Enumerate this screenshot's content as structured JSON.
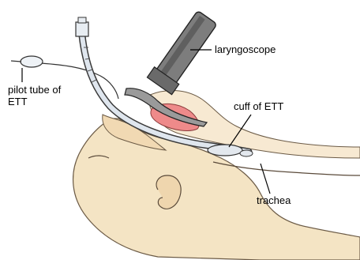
{
  "labels": {
    "laryngoscope": "laryngoscope",
    "pilot_tube": "pilot tube of\nETT",
    "cuff": "cuff of ETT",
    "trachea": "trachea"
  },
  "colors": {
    "skin": "#f4e4c4",
    "skin_shadow": "#e8c9a0",
    "tongue": "#ee8a8a",
    "laryngoscope_dark": "#6f6f6f",
    "laryngoscope_mid": "#8e8e8e",
    "tube": "#d9e1ea",
    "outline": "#222222"
  }
}
